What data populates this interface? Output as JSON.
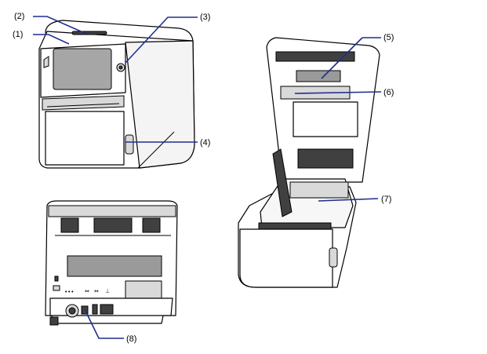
{
  "callouts": [
    {
      "id": "1",
      "label": "(1)"
    },
    {
      "id": "2",
      "label": "(2)"
    },
    {
      "id": "3",
      "label": "(3)"
    },
    {
      "id": "4",
      "label": "(4)"
    },
    {
      "id": "5",
      "label": "(5)"
    },
    {
      "id": "6",
      "label": "(6)"
    },
    {
      "id": "7",
      "label": "(7)"
    },
    {
      "id": "8",
      "label": "(8)"
    }
  ],
  "colors": {
    "leader_line": "#1f2f8f",
    "outline": "#000000",
    "screen": "#a6a6a6"
  }
}
